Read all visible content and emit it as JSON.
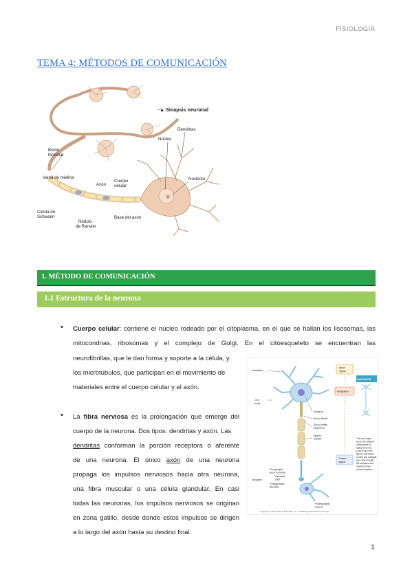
{
  "header": {
    "subject": "FISIOLOGÍA"
  },
  "title": "TEMA 4: MÉTODOS DE COMUNICACIÓN",
  "figure1": {
    "labels": {
      "synapse": "▲ Sinapsis neuronal",
      "dendrites": "Dendritas",
      "nucleus": "Núcleo",
      "terminal1": "Botón",
      "terminal2": "terminal",
      "myelin": "Vaina de mielina",
      "axon": "Axón",
      "body1": "Cuerpo",
      "body2": "celular",
      "nucleolus": "Nucléolo",
      "schwann1": "Célula de",
      "schwann2": "Schwann",
      "ranvier1": "Nódulo",
      "ranvier2": "de Ranvier",
      "axonbase": "Base del axón"
    }
  },
  "section1": {
    "label": "1.   MÉTODO DE COMUNICACIÓN"
  },
  "section11": {
    "label": "1.1   Estructura de la neurona"
  },
  "para1": {
    "term": "Cuerpo celular",
    "line1": ": contiene el núcleo rodeado por el citoplasma, en el que se hallan los lisosomas, las",
    "line2": "mitocondrias, ribosomas y el complejo de Golgi. En el citoesqueleto se encuentran las",
    "line3": "neurofibrillas, que le dan forma y soporte a la célula, y",
    "line4": "los microtúbulos, que participan en el movimiento de",
    "line5": "materiales entre el cuerpo celular y el axón."
  },
  "para2": {
    "pre": "La ",
    "term": "fibra nerviosa",
    "line1rest": " es la prolongación que emerge del",
    "line2": "cuerpo de la neurona. Dos tipos:  dendritas y axón. Las",
    "term2": "dendritas",
    "line3rest": " conforman la porción receptora o aferente",
    "line4pre": "de una neurona. El único ",
    "term3": "axón",
    "line4rest": " de una neurona",
    "line5": "propaga los impulsos nerviosos hacia otra neurona,",
    "line6": "una fibra muscular o una célula glandular. En casi",
    "line7": "todas las neuronas, los impulsos nerviosos se originan",
    "line8": "en zona gatillo, desde donde estos impulsos se dirigen",
    "line9": "a lo largo del axón hasta su destino final."
  },
  "figure2": {
    "labels": {
      "dendrites": "Dendrites",
      "cellbody1": "Cell",
      "cellbody2": "body",
      "nucleus": "Nucleus",
      "hillock": "Axon hillock",
      "initial1": "Axon (initial",
      "initial2": "segment)",
      "myelin1": "Myelin",
      "myelin2": "sheath",
      "presyn1": "Presynaptic",
      "presyn2": "axon terminal",
      "cleft1": "Synaptic",
      "cleft2": "cleft",
      "synapse": "Synapse",
      "postden1": "Postsynaptic",
      "postden2": "dendrite",
      "postneuron1": "Postsynaptic",
      "postneuron2": "neuron",
      "input1": "Input",
      "input2": "signal",
      "integration": "Integration",
      "output1": "Output",
      "output2": "signal",
      "navigator": "NAVIGATOR",
      "cap1": "This icon repre-",
      "cap2": "sents the different",
      "cap3": "components of",
      "cap4": "typical neurons.",
      "cap5": "Look for it in the",
      "cap6": "figures that follow",
      "cap7": "to help you navigate",
      "cap8": "your way through",
      "cap9": "the structure and",
      "cap10": "function of the",
      "cap11": "nervous system.",
      "copyright": "Copyright © 2007 Pearson Education, Inc., publishing as Benjamin Cummings."
    }
  },
  "page": {
    "number": "1"
  },
  "colors": {
    "section1": "#2ea34a",
    "section11": "#9ccc5d",
    "title": "#2e6fcf"
  }
}
